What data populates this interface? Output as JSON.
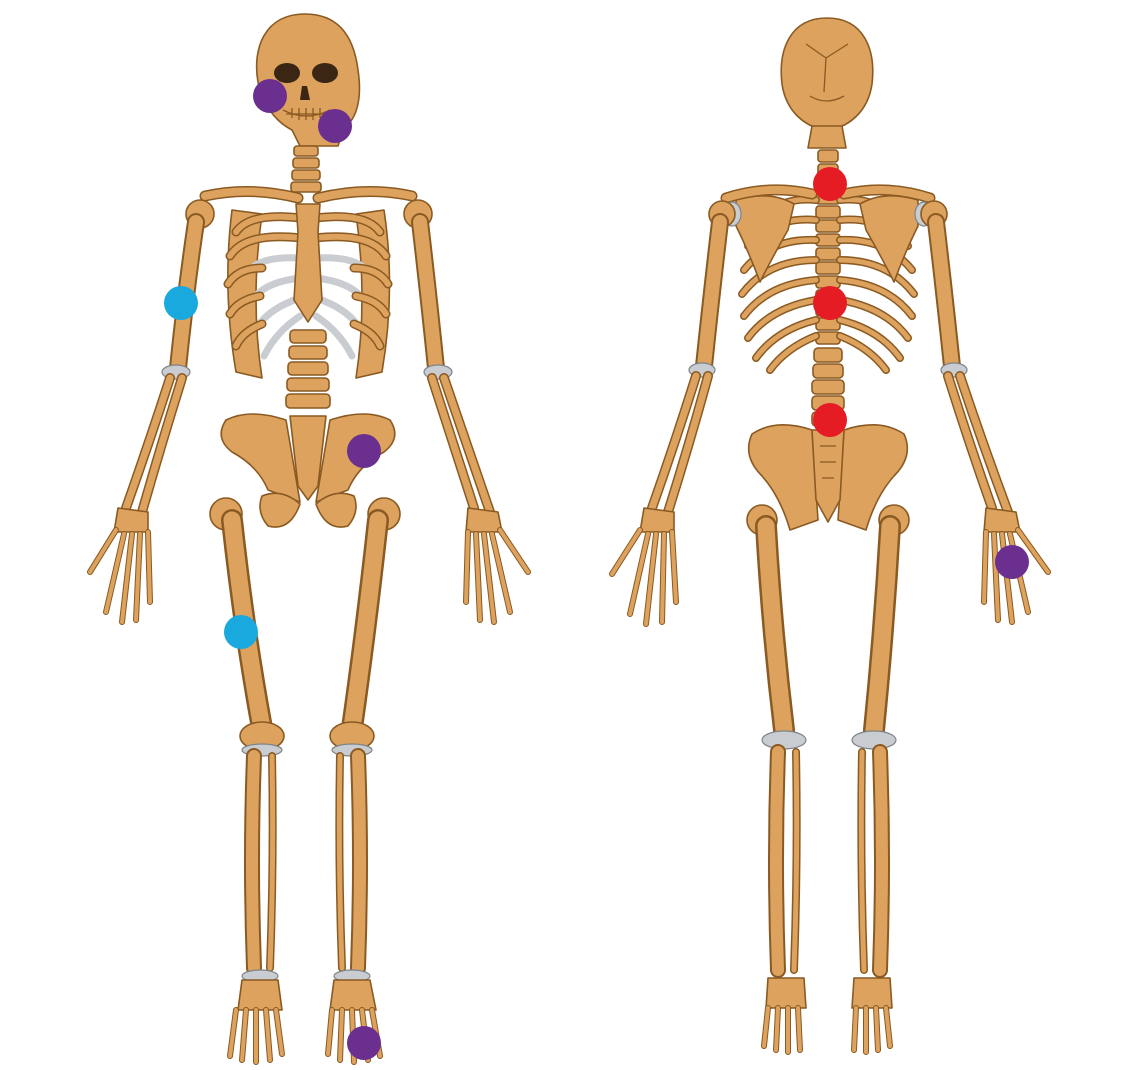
{
  "colors": {
    "bone": "#dca25e",
    "bone_outline": "#8a5a22",
    "cartilage": "#c9cdd1",
    "background": "#ffffff"
  },
  "figures": [
    {
      "name": "front-view"
    },
    {
      "name": "back-view"
    }
  ],
  "markers": [
    {
      "name": "marker-purple-right-cheek",
      "color": "#6b2f8f"
    },
    {
      "name": "marker-purple-jaw",
      "color": "#6b2f8f"
    },
    {
      "name": "marker-cyan-upper-arm",
      "color": "#1aa9de"
    },
    {
      "name": "marker-purple-hip",
      "color": "#6b2f8f"
    },
    {
      "name": "marker-cyan-thigh",
      "color": "#1aa9de"
    },
    {
      "name": "marker-purple-foot",
      "color": "#6b2f8f"
    },
    {
      "name": "marker-red-upper-spine",
      "color": "#e51c23"
    },
    {
      "name": "marker-red-mid-spine",
      "color": "#e51c23"
    },
    {
      "name": "marker-red-lower-spine",
      "color": "#e51c23"
    },
    {
      "name": "marker-purple-hand",
      "color": "#6b2f8f"
    }
  ]
}
